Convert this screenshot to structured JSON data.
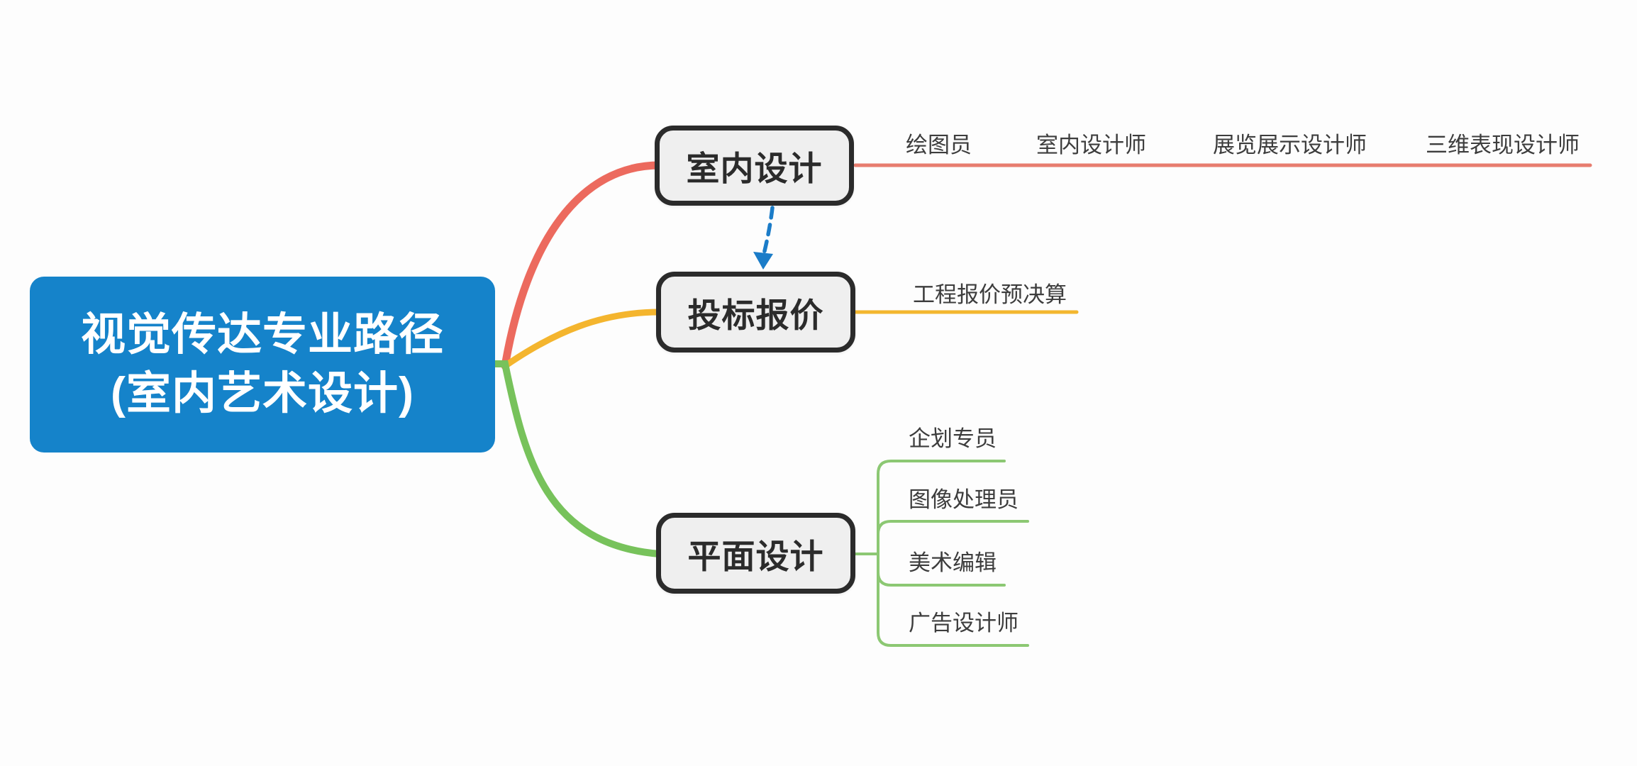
{
  "canvas": {
    "bg": "#fdfdfd"
  },
  "root": {
    "line1": "视觉传达专业路径",
    "line2": "(室内艺术设计)",
    "fill": "#1583CA",
    "text_color": "#FFFFFF"
  },
  "branches": [
    {
      "label": "室内设计",
      "branch_color": "#EC6A5E",
      "line_color": "#E77D6F",
      "children": [
        "绘图员",
        "室内设计师",
        "展览展示设计师",
        "三维表现设计师"
      ]
    },
    {
      "label": "投标报价",
      "branch_color": "#F4B52E",
      "line_color": "#F3B72F",
      "children": [
        "工程报价预决算"
      ]
    },
    {
      "label": "平面设计",
      "branch_color": "#77C25B",
      "line_color": "#8CC873",
      "children": [
        "企划专员",
        "图像处理员",
        "美术编辑",
        "广告设计师"
      ]
    }
  ],
  "relationship": {
    "color": "#1B7CC8"
  },
  "node_style": {
    "fill": "#EFEFEF",
    "border": "#2B2B2B",
    "text": "#2B2B2B"
  }
}
